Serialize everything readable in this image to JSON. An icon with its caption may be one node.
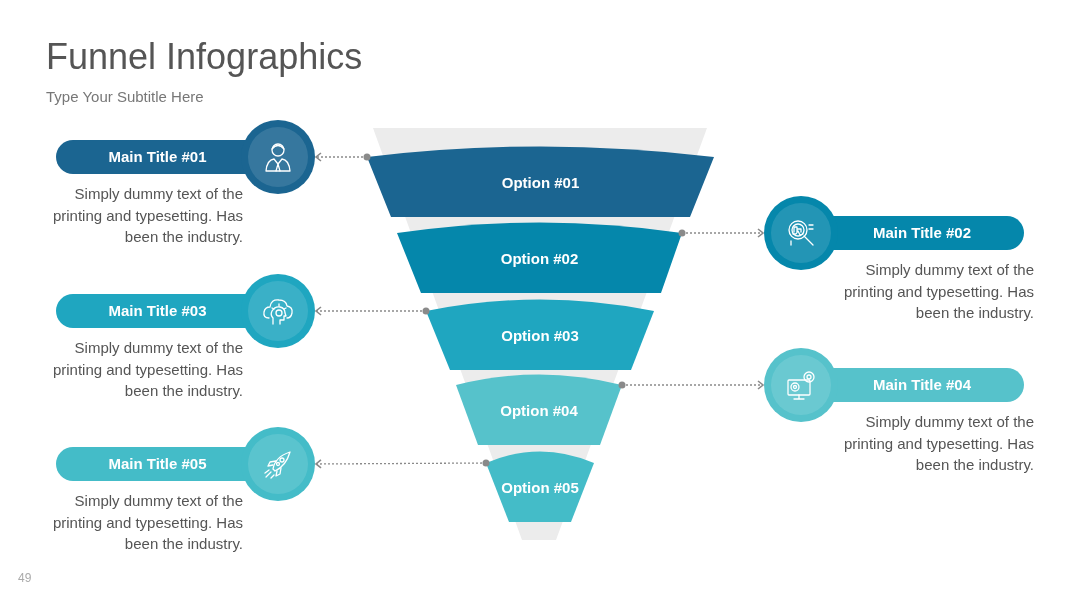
{
  "diagram": {
    "title": "Funnel Infographics",
    "nodes": [
      {
        "text": [
          "Option #01"
        ]
      },
      {
        "text": [
          "Option #02"
        ]
      },
      {
        "text": [
          "Option #03"
        ]
      },
      {
        "text": [
          "Option #04"
        ]
      },
      {
        "text": [
          "Option #05"
        ]
      },
      {
        "text": [
          "Main Title #01",
          "Simply dummy text of the printing and typesetting. Has been the industry."
        ]
      },
      {
        "text": [
          "Main Title #02",
          "Simply dummy text of the printing and typesetting. Has been the industry."
        ]
      },
      {
        "text": [
          "Main Title #03",
          "Simply dummy text of the printing and typesetting. Has been the industry."
        ]
      },
      {
        "text": [
          "Main Title #04",
          "Simply dummy text of the printing and typesetting. Has been the industry."
        ]
      },
      {
        "text": [
          "Main Title #05",
          "Simply dummy text of the printing and typesetting. Has been the industry."
        ]
      },
      {
        "text": [],
        "shape": "circle"
      },
      {
        "text": [],
        "shape": "circle"
      },
      {
        "text": [],
        "shape": "circle"
      },
      {
        "text": [],
        "shape": "circle"
      },
      {
        "text": [],
        "shape": "circle"
      }
    ],
    "edges": [
      {
        "from": 0,
        "to": 10,
        "arrow": "to",
        "style": "dashed"
      },
      {
        "from": 1,
        "to": 11,
        "arrow": "to",
        "style": "dashed"
      },
      {
        "from": 2,
        "to": 12,
        "arrow": "to",
        "style": "dashed"
      },
      {
        "from": 3,
        "to": 13,
        "arrow": "to",
        "style": "dashed"
      },
      {
        "from": 4,
        "to": 14,
        "arrow": "to",
        "style": "dashed"
      }
    ],
    "labels": [
      "Type Your Subtitle Here",
      "49"
    ]
  }
}
